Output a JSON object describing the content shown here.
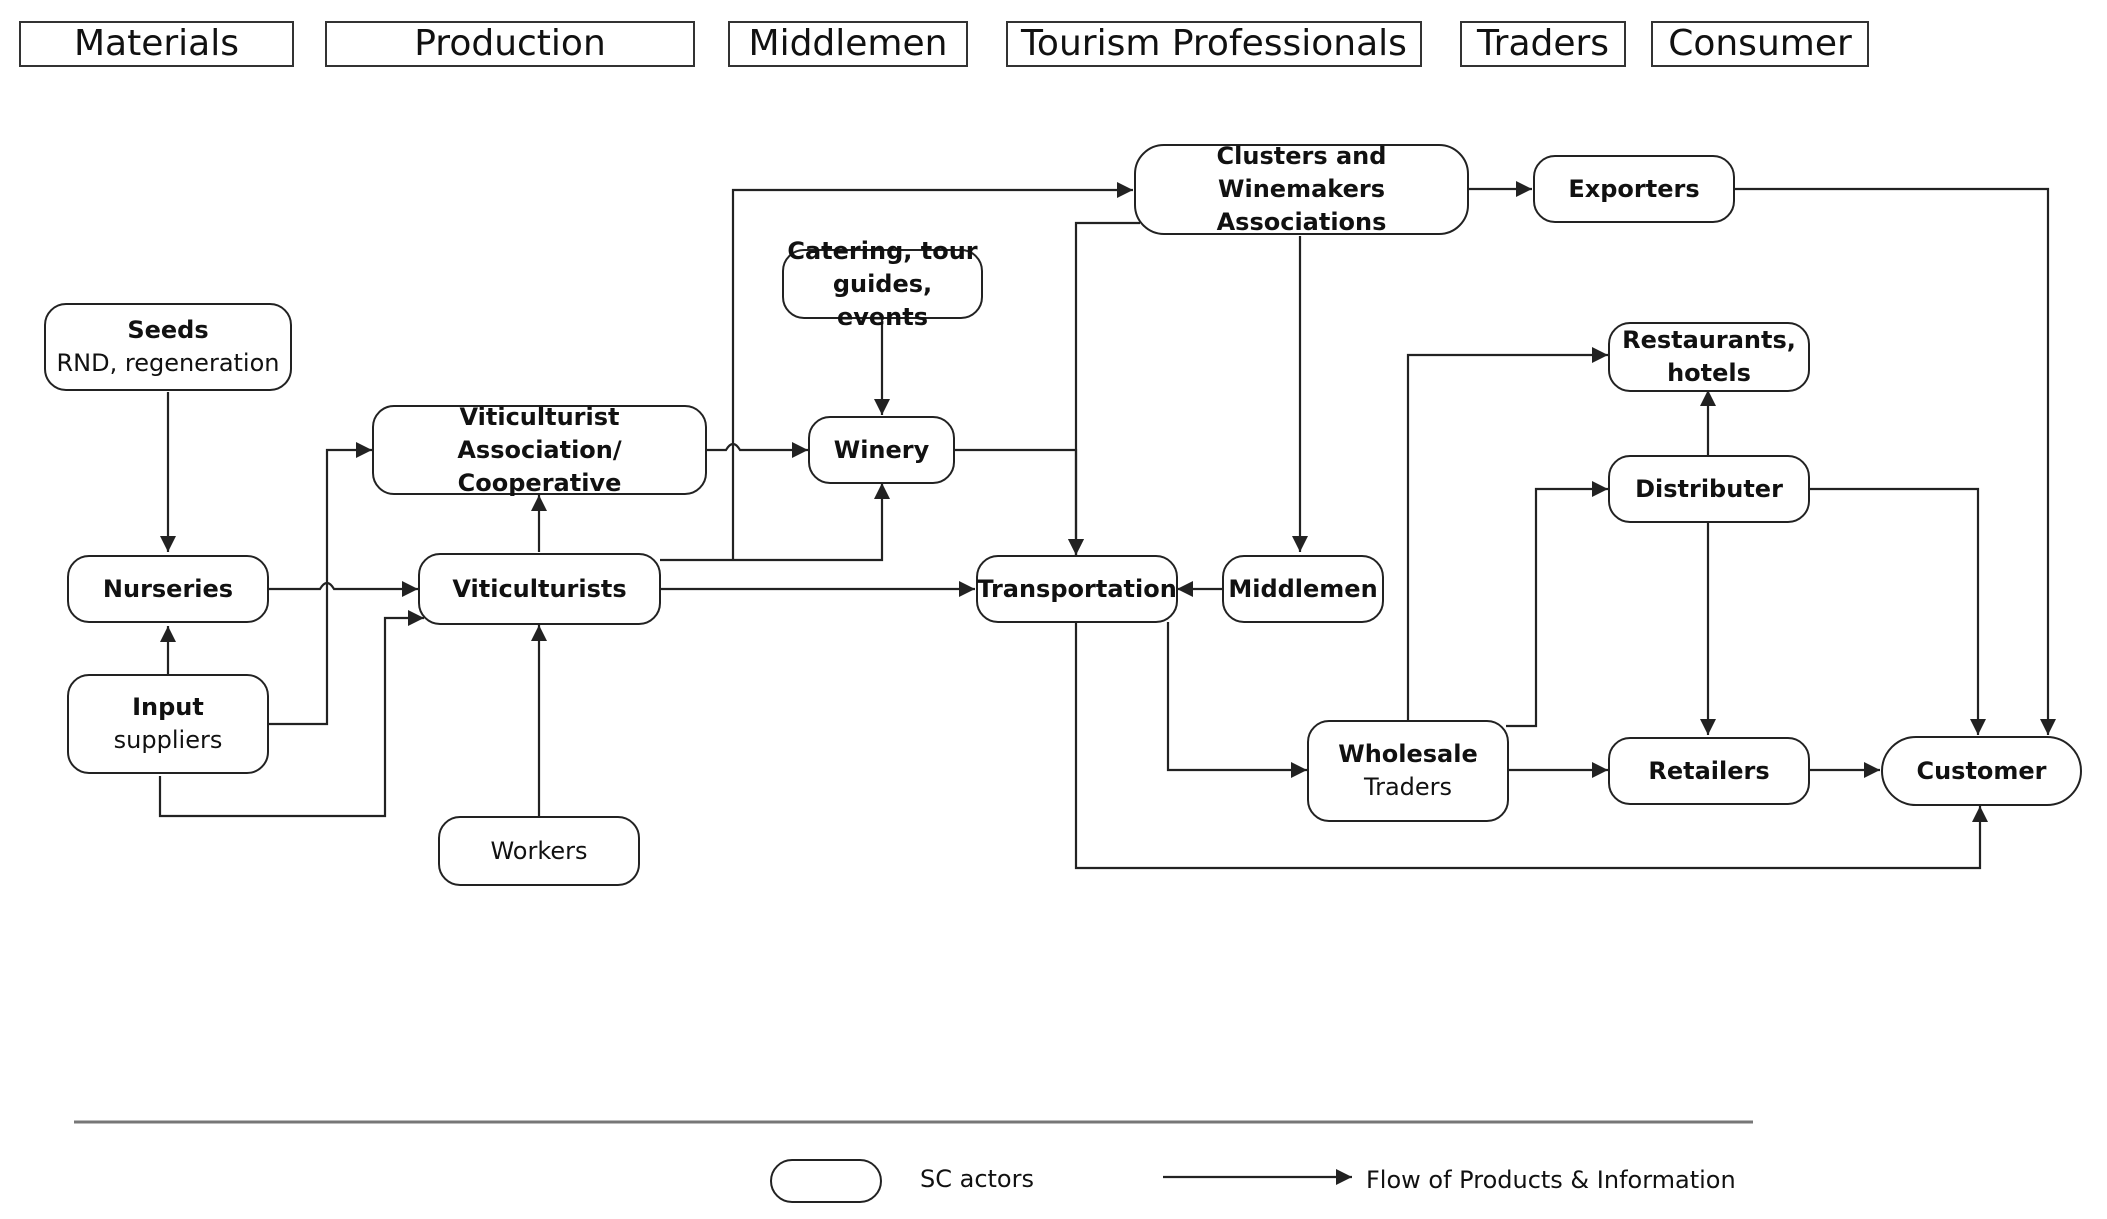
{
  "headers": {
    "materials": "Materials",
    "production": "Production",
    "middlemen": "Middlemen",
    "tourism": "Tourism Professionals",
    "traders": "Traders",
    "consumer": "Consumer"
  },
  "nodes": {
    "seeds": {
      "title": "Seeds",
      "sub": "RND, regeneration"
    },
    "nurseries": {
      "title": "Nurseries"
    },
    "input_suppliers": {
      "title": "Input",
      "sub": "suppliers"
    },
    "viticulturist_association": {
      "title_line1": "Viticulturist",
      "title_line2": "Association/ Cooperative"
    },
    "viticulturists": {
      "title": "Viticulturists"
    },
    "workers": {
      "sub": "Workers"
    },
    "catering": {
      "title_line1": "Catering, tour",
      "title_line2": "guides, events"
    },
    "winery": {
      "title": "Winery"
    },
    "clusters": {
      "title_line1": "Clusters and Winemakers",
      "title_line2": "Associations"
    },
    "transportation": {
      "title": "Transportation"
    },
    "middlemen": {
      "title": "Middlemen"
    },
    "exporters": {
      "title": "Exporters"
    },
    "restaurants": {
      "title_line1": "Restaurants,",
      "title_line2": "hotels"
    },
    "distributer": {
      "title": "Distributer"
    },
    "wholesale": {
      "title": "Wholesale",
      "sub": "Traders"
    },
    "retailers": {
      "title": "Retailers"
    },
    "customer": {
      "title": "Customer"
    }
  },
  "legend": {
    "actors_label": "SC actors",
    "flow_label": "Flow of Products & Information"
  }
}
